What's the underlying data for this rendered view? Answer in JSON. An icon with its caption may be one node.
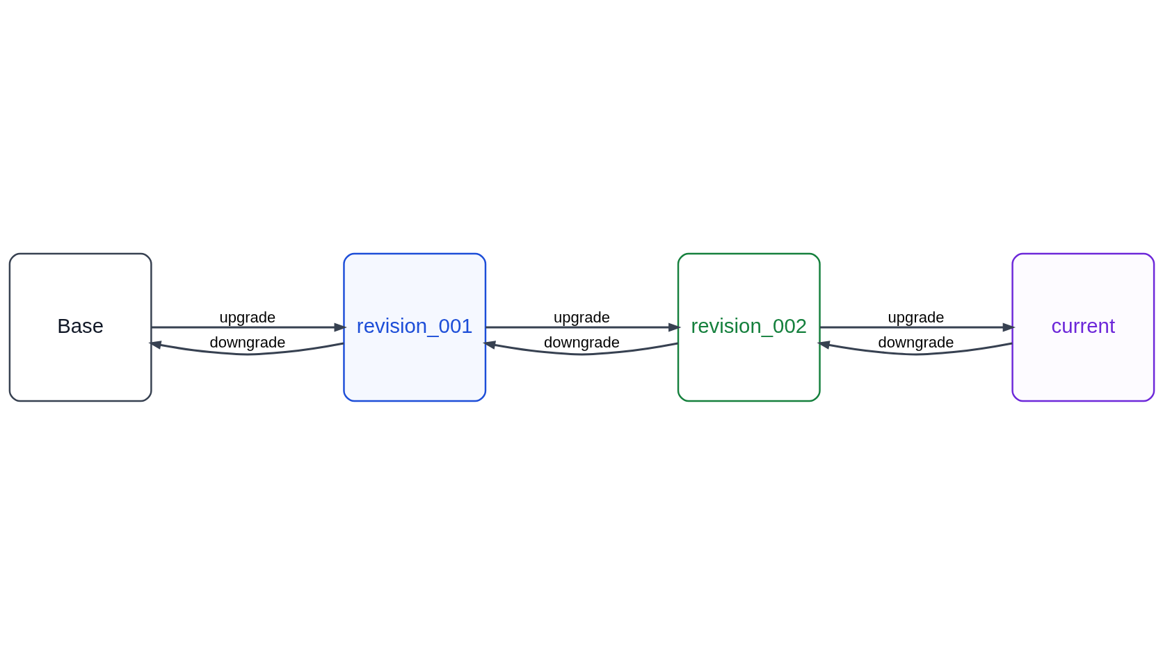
{
  "diagram": {
    "nodes": [
      {
        "text": [
          "Base"
        ]
      },
      {
        "text": [
          "revision_001"
        ]
      },
      {
        "text": [
          "revision_002"
        ]
      },
      {
        "text": [
          "current"
        ]
      }
    ],
    "edges": [
      {
        "from": 0,
        "to": 1,
        "arrow": "to",
        "label": "upgrade"
      },
      {
        "from": 1,
        "to": 0,
        "arrow": "to",
        "label": "downgrade"
      },
      {
        "from": 1,
        "to": 2,
        "arrow": "to",
        "label": "upgrade"
      },
      {
        "from": 2,
        "to": 1,
        "arrow": "to",
        "label": "downgrade"
      },
      {
        "from": 2,
        "to": 3,
        "arrow": "to",
        "label": "upgrade"
      },
      {
        "from": 3,
        "to": 2,
        "arrow": "to",
        "label": "downgrade"
      }
    ]
  }
}
